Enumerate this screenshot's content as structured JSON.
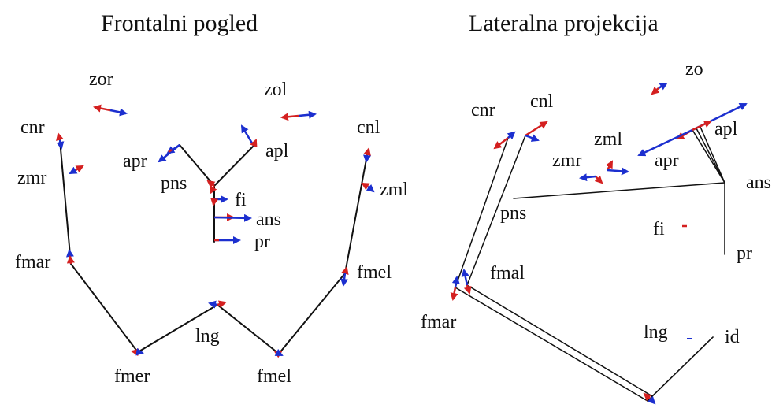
{
  "panels": {
    "frontal": {
      "title": "Frontalni pogled"
    },
    "lateral": {
      "title": "Lateralna projekcija"
    }
  },
  "labels": {
    "frontal": {
      "zor": "zor",
      "zol": "zol",
      "cnr": "cnr",
      "cnl": "cnl",
      "apr": "apr",
      "apl": "apl",
      "pns": "pns",
      "fi": "fi",
      "zmr": "zmr",
      "zml": "zml",
      "ans": "ans",
      "pr": "pr",
      "fmar": "fmar",
      "fmel": "fmel",
      "lng": "lng",
      "fmer": "fmer",
      "fmel_bottom": "fmel"
    },
    "lateral": {
      "zo": "zo",
      "cnr": "cnr",
      "cnl": "cnl",
      "apl": "apl",
      "zml": "zml",
      "zmr": "zmr",
      "apr": "apr",
      "ans": "ans",
      "pns": "pns",
      "fi": "fi",
      "pr": "pr",
      "fmal": "fmal",
      "fmar": "fmar",
      "lng": "lng",
      "id": "id"
    }
  },
  "colors": {
    "outline": "#111111",
    "arrow_red": "#d42020",
    "arrow_blue": "#1c2fcf"
  }
}
